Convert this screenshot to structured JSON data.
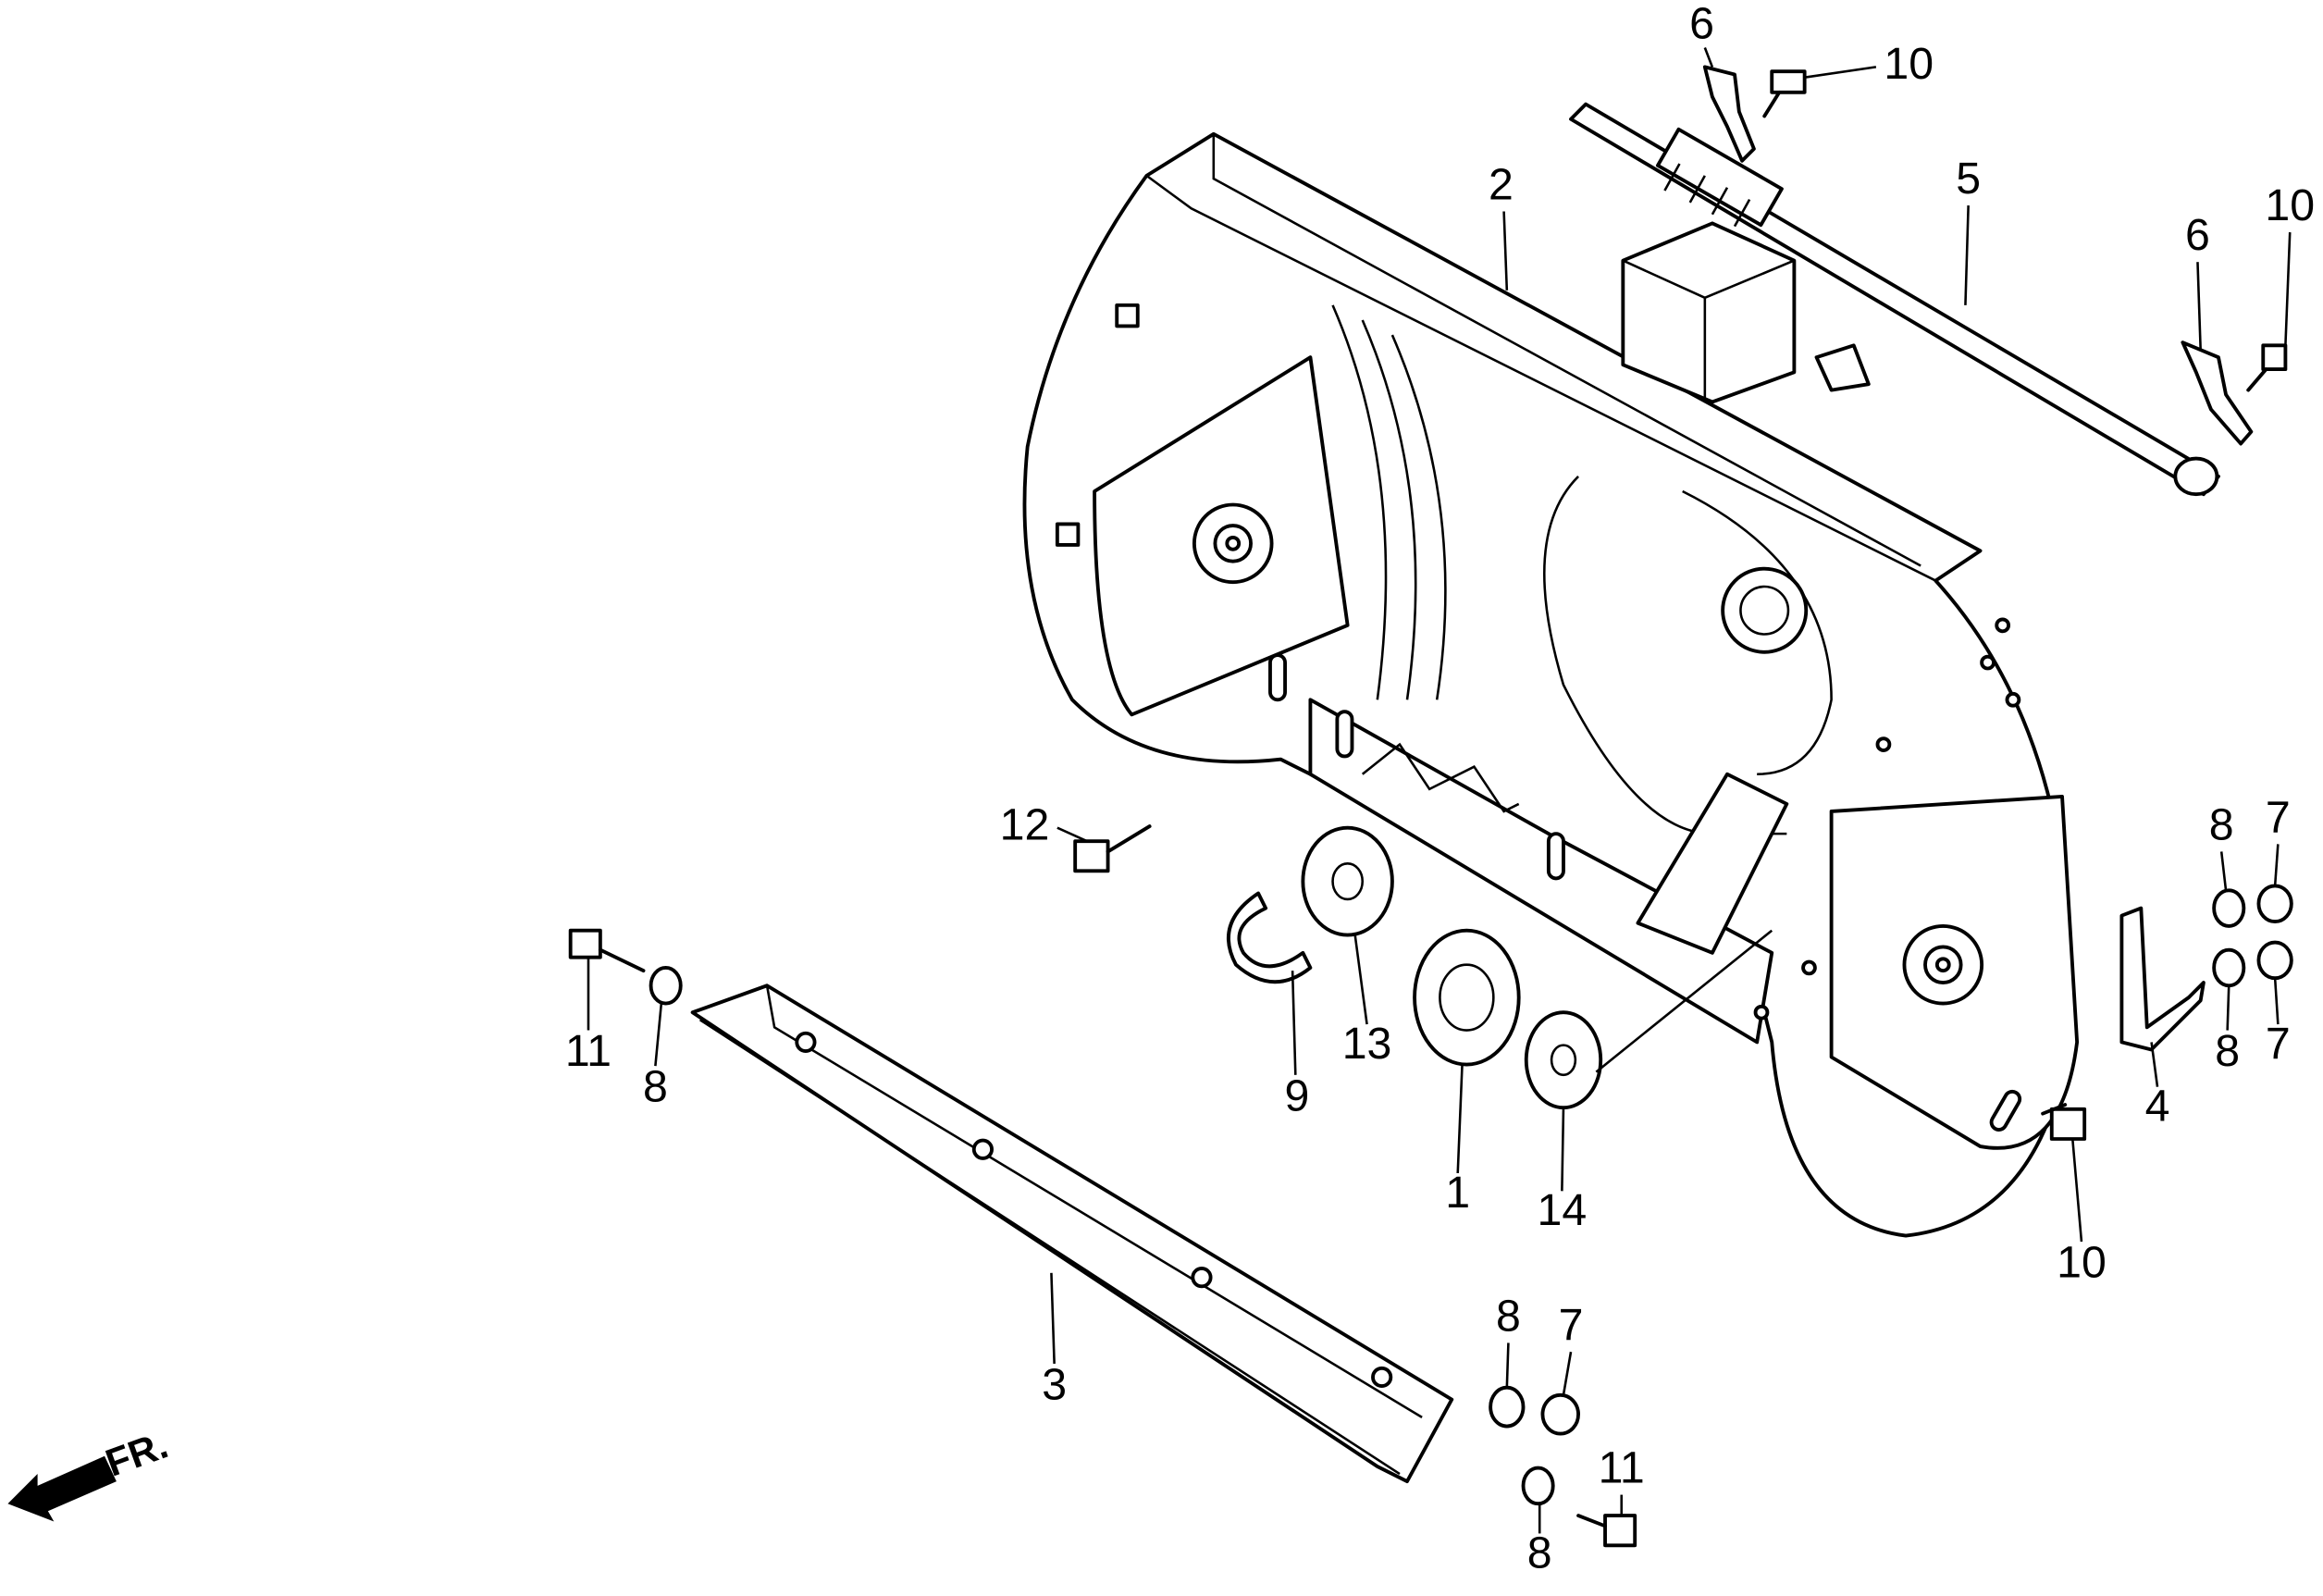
{
  "diagram": {
    "type": "exploded-parts-diagram",
    "direction_indicator": "FR.",
    "callouts": [
      {
        "ref": "1"
      },
      {
        "ref": "2"
      },
      {
        "ref": "3"
      },
      {
        "ref": "4"
      },
      {
        "ref": "5"
      },
      {
        "ref": "6"
      },
      {
        "ref": "6"
      },
      {
        "ref": "7"
      },
      {
        "ref": "7"
      },
      {
        "ref": "7"
      },
      {
        "ref": "8"
      },
      {
        "ref": "8"
      },
      {
        "ref": "8"
      },
      {
        "ref": "8"
      },
      {
        "ref": "8"
      },
      {
        "ref": "9"
      },
      {
        "ref": "10"
      },
      {
        "ref": "10"
      },
      {
        "ref": "10"
      },
      {
        "ref": "11"
      },
      {
        "ref": "11"
      },
      {
        "ref": "12"
      },
      {
        "ref": "13"
      },
      {
        "ref": "14"
      }
    ]
  }
}
